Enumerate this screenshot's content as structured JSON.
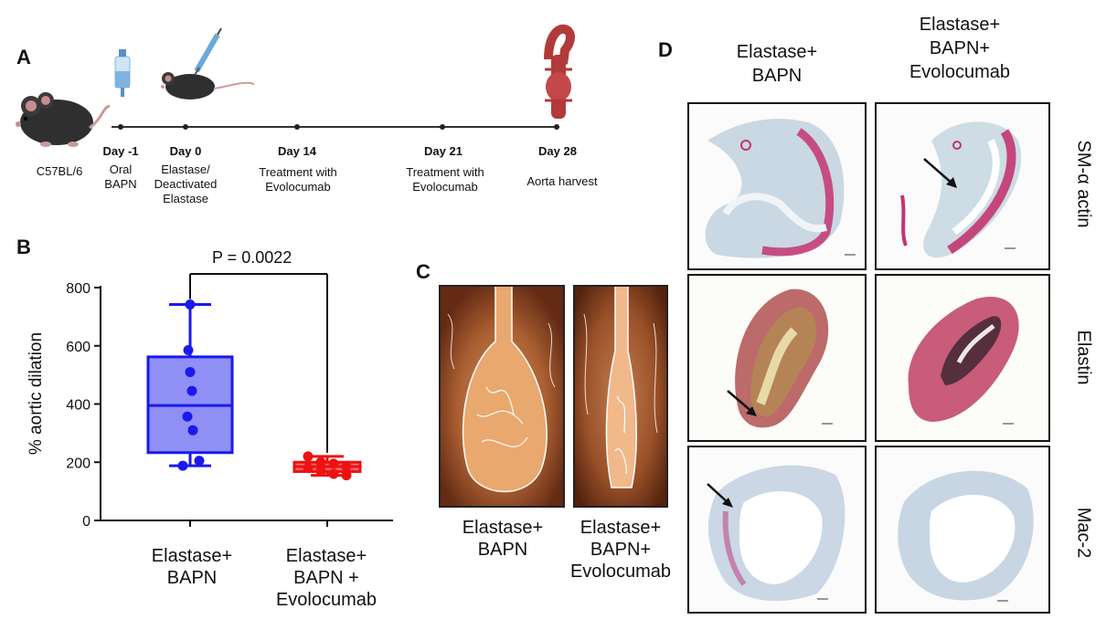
{
  "panel_a": {
    "letter": "A",
    "mouse_label": "C57BL/6",
    "events": [
      {
        "day": "Day -1",
        "desc": "Oral\nBAPN"
      },
      {
        "day": "Day 0",
        "desc": "Elastase/\nDeactivated\nElastase"
      },
      {
        "day": "Day 14",
        "desc": "Treatment with\nEvolocumab"
      },
      {
        "day": "Day 21",
        "desc": "Treatment with\nEvolocumab"
      },
      {
        "day": "Day 28",
        "desc": "Aorta harvest"
      }
    ]
  },
  "panel_b": {
    "letter": "B",
    "p_value": "P = 0.0022"
  },
  "chart_data": {
    "type": "box",
    "ylabel": "% aortic dilation",
    "ylim": [
      0,
      800
    ],
    "yticks": [
      0,
      200,
      400,
      600,
      800
    ],
    "categories": [
      "Elastase+\nBAPN",
      "Elastase+\nBAPN +\nEvolocumab"
    ],
    "boxes": [
      {
        "min": 188,
        "q1": 233,
        "median": 395,
        "q3": 562,
        "max": 742,
        "color": "#1a1aee",
        "fill": "#8f8ff5"
      },
      {
        "min": 155,
        "q1": 168,
        "median": 185,
        "q3": 200,
        "max": 220,
        "color": "#ee1111",
        "fill": "#f26b6b"
      }
    ],
    "points": [
      [
        742,
        585,
        510,
        445,
        357,
        310,
        205,
        188
      ],
      [
        220,
        200,
        195,
        185,
        180,
        170,
        160,
        155
      ]
    ]
  },
  "panel_c": {
    "letter": "C",
    "labels": [
      "Elastase+\nBAPN",
      "Elastase+\nBAPN+\nEvolocumab"
    ]
  },
  "panel_d": {
    "letter": "D",
    "columns": [
      "Elastase+\nBAPN",
      "Elastase+\nBAPN+\nEvolocumab"
    ],
    "rows": [
      "SM-α actin",
      "Elastin",
      "Mac-2"
    ]
  }
}
